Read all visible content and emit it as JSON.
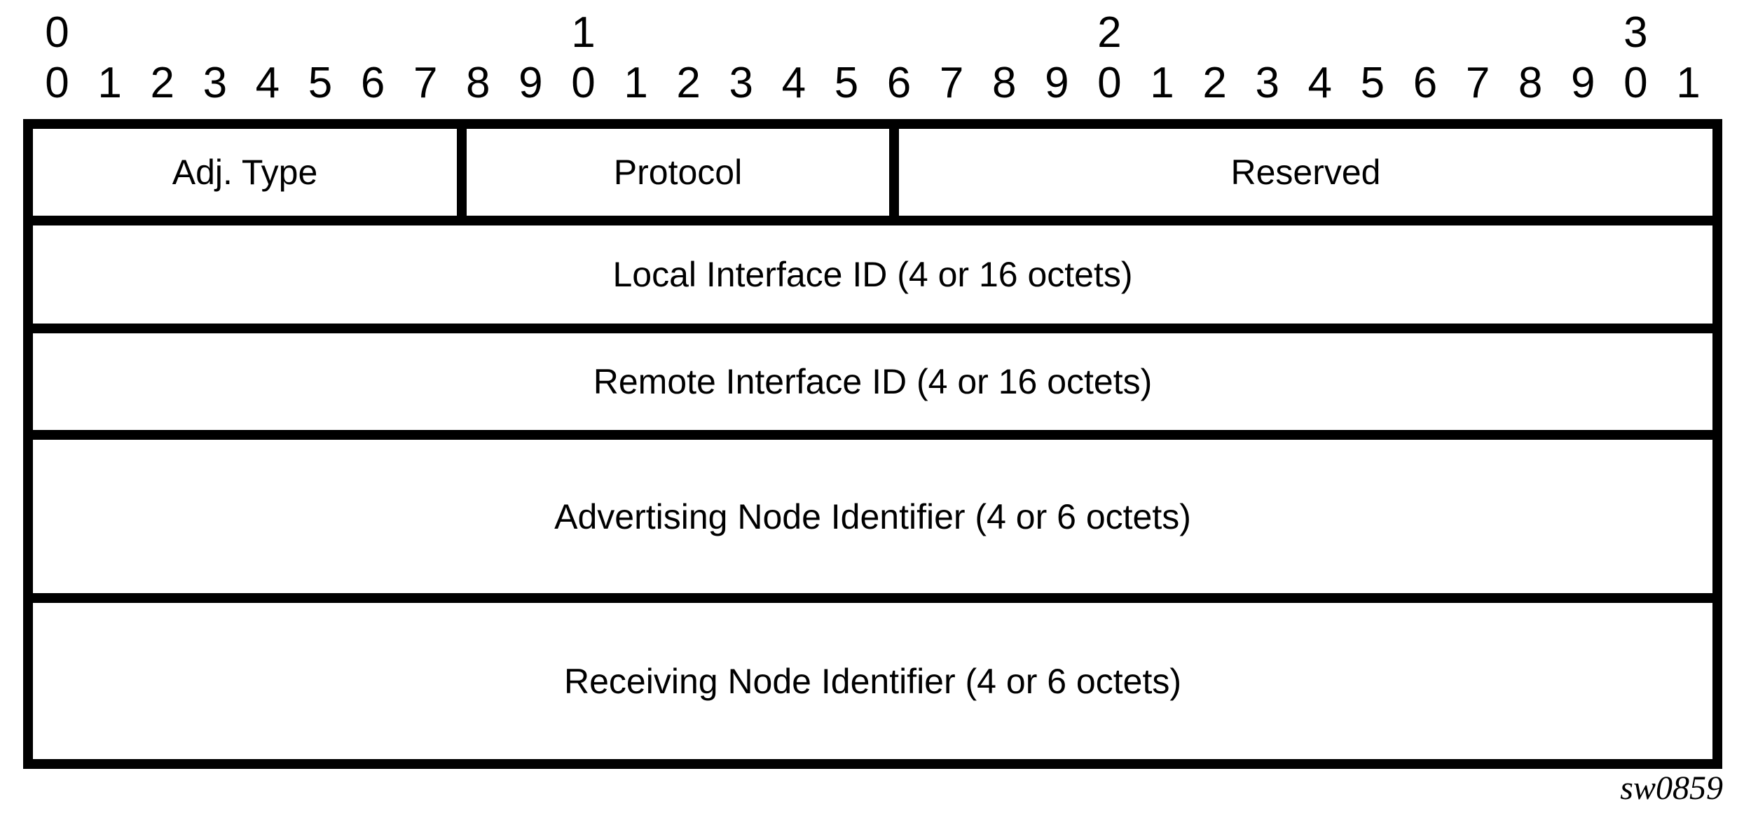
{
  "diagram": {
    "bit_ruler": {
      "tens_labels": [
        "0",
        "1",
        "2",
        "3"
      ],
      "bit_digits": [
        "0",
        "1",
        "2",
        "3",
        "4",
        "5",
        "6",
        "7",
        "8",
        "9",
        "0",
        "1",
        "2",
        "3",
        "4",
        "5",
        "6",
        "7",
        "8",
        "9",
        "0",
        "1",
        "2",
        "3",
        "4",
        "5",
        "6",
        "7",
        "8",
        "9",
        "0",
        "1"
      ]
    },
    "fields_row": {
      "adj_type": "Adj. Type",
      "protocol": "Protocol",
      "reserved": "Reserved"
    },
    "wide_rows": {
      "local_interface_id": "Local Interface ID (4 or 16 octets)",
      "remote_interface_id": "Remote Interface ID (4 or 16 octets)",
      "advertising_node_identifier": "Advertising Node Identifier (4 or 6 octets)",
      "receiving_node_identifier": "Receiving Node Identifier (4 or 6 octets)"
    },
    "figure_id": "sw0859",
    "colors": {
      "ink": "#000000",
      "background": "#ffffff"
    }
  }
}
